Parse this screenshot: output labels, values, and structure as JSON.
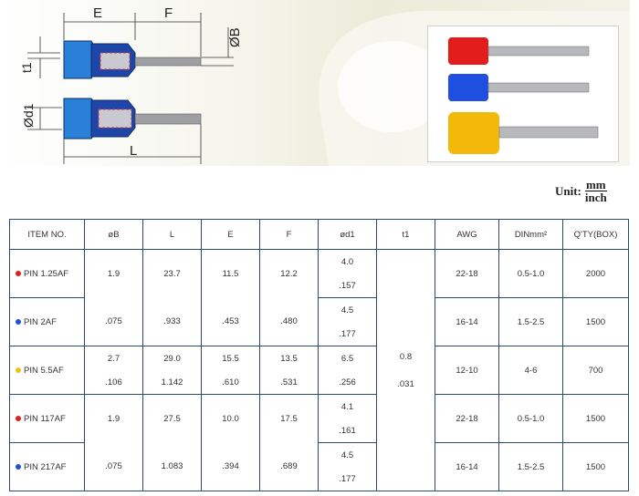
{
  "drawing": {
    "labels": {
      "e": "E",
      "f": "F",
      "b": "ØB",
      "t1": "t1",
      "d1": "Ød1",
      "l": "L"
    },
    "colors": {
      "sleeve": "#2a6fd0",
      "barrel": "#1e46a8",
      "pin": "#9ea0a4",
      "dash": "#e03030"
    }
  },
  "photo": {
    "colors": [
      "#e31c1c",
      "#1f4fe0",
      "#f2b90b"
    ]
  },
  "unit": {
    "label": "Unit:",
    "num": "mm",
    "den": "inch"
  },
  "table": {
    "headers": [
      "ITEM NO.",
      "øB",
      "L",
      "E",
      "F",
      "ød1",
      "t1",
      "AWG",
      "DINmm²",
      "Q'TY(BOX)"
    ],
    "items": [
      {
        "name": "PIN 1.25AF",
        "color": "#e31c1c",
        "awg": "22-18",
        "din": "0.5-1.0",
        "qty": "2000",
        "d1": [
          "4.0",
          ".157"
        ]
      },
      {
        "name": "PIN 2AF",
        "color": "#1f4fe0",
        "awg": "16-14",
        "din": "1.5-2.5",
        "qty": "1500",
        "d1": [
          "4.5",
          ".177"
        ]
      },
      {
        "name": "PIN 5.5AF",
        "color": "#f2c20b",
        "awg": "12-10",
        "din": "4-6",
        "qty": "700",
        "d1": [
          "6.5",
          ".256"
        ]
      },
      {
        "name": "PIN 117AF",
        "color": "#e31c1c",
        "awg": "22-18",
        "din": "0.5-1.0",
        "qty": "1500",
        "d1": [
          "4.1",
          ".161"
        ]
      },
      {
        "name": "PIN 217AF",
        "color": "#1f4fe0",
        "awg": "16-14",
        "din": "1.5-2.5",
        "qty": "1500",
        "d1": [
          "4.5",
          ".177"
        ]
      }
    ],
    "group1": {
      "b": [
        "1.9",
        ".075"
      ],
      "l": [
        "23.7",
        ".933"
      ],
      "e": [
        "11.5",
        ".453"
      ],
      "f": [
        "12.2",
        ".480"
      ]
    },
    "group2": {
      "b": [
        "2.7",
        ".106"
      ],
      "l": [
        "29.0",
        "1.142"
      ],
      "e": [
        "15.5",
        ".610"
      ],
      "f": [
        "13.5",
        ".531"
      ]
    },
    "group3": {
      "b": [
        "1.9",
        ".075"
      ],
      "l": [
        "27.5",
        "1.083"
      ],
      "e": [
        "10.0",
        ".394"
      ],
      "f": [
        "17.5",
        ".689"
      ]
    },
    "t1": [
      "0.8",
      ".031"
    ]
  }
}
